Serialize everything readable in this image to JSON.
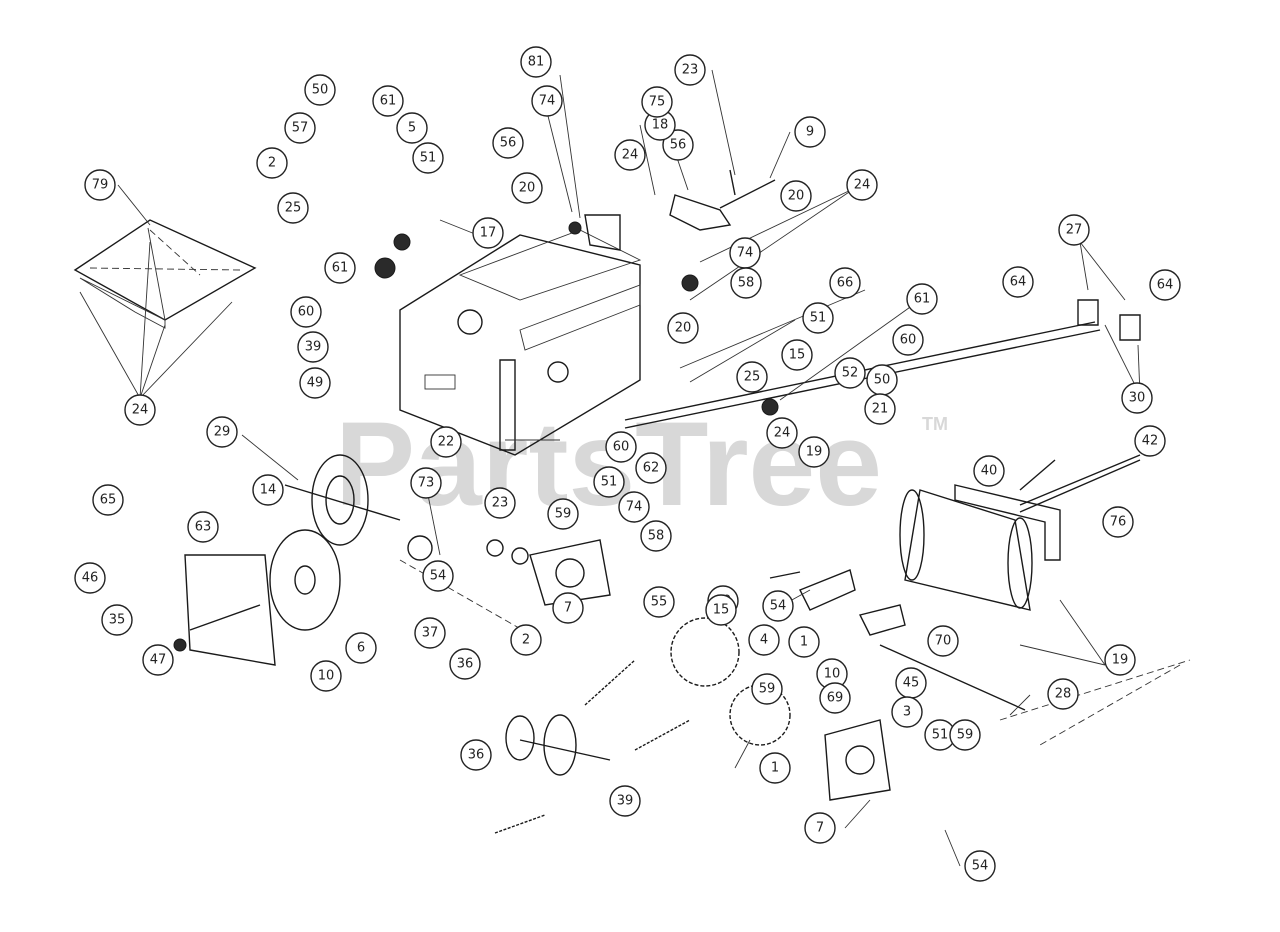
{
  "watermark": {
    "brand": "PartsTree",
    "tm": "TM"
  },
  "callouts": [
    "79",
    "24",
    "50",
    "61",
    "57",
    "5",
    "2",
    "51",
    "56",
    "25",
    "61",
    "60",
    "39",
    "49",
    "20",
    "17",
    "81",
    "74",
    "56",
    "24",
    "18",
    "75",
    "23",
    "9",
    "20",
    "24",
    "74",
    "58",
    "66",
    "61",
    "20",
    "51",
    "15",
    "60",
    "25",
    "50",
    "52",
    "21",
    "27",
    "64",
    "64",
    "30",
    "29",
    "14",
    "22",
    "73",
    "23",
    "24",
    "60",
    "62",
    "51",
    "74",
    "58",
    "19",
    "40",
    "42",
    "76",
    "65",
    "63",
    "46",
    "35",
    "47",
    "6",
    "10",
    "37",
    "54",
    "59",
    "7",
    "55",
    "69",
    "15",
    "54",
    "2",
    "36",
    "4",
    "1",
    "10",
    "70",
    "45",
    "3",
    "69",
    "51",
    "59",
    "28",
    "19",
    "36",
    "39",
    "1",
    "7",
    "59",
    "54"
  ],
  "colors": {
    "line": "#1a1a1a",
    "watermark": "#d8d8d8",
    "background": "#ffffff"
  }
}
